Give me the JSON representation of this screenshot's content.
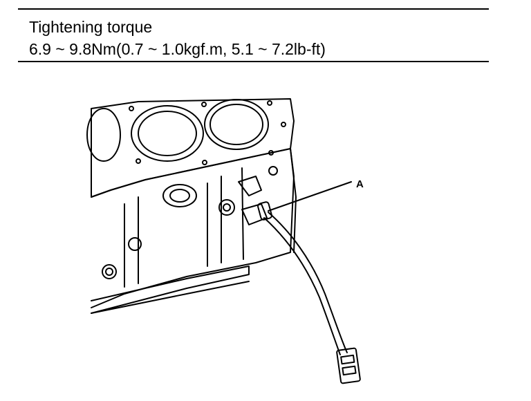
{
  "spec": {
    "title": "Tightening torque",
    "value": "6.9 ~ 9.8Nm(0.7 ~ 1.0kgf.m, 5.1 ~ 7.2lb-ft)"
  },
  "figure": {
    "callout_label": "A"
  }
}
